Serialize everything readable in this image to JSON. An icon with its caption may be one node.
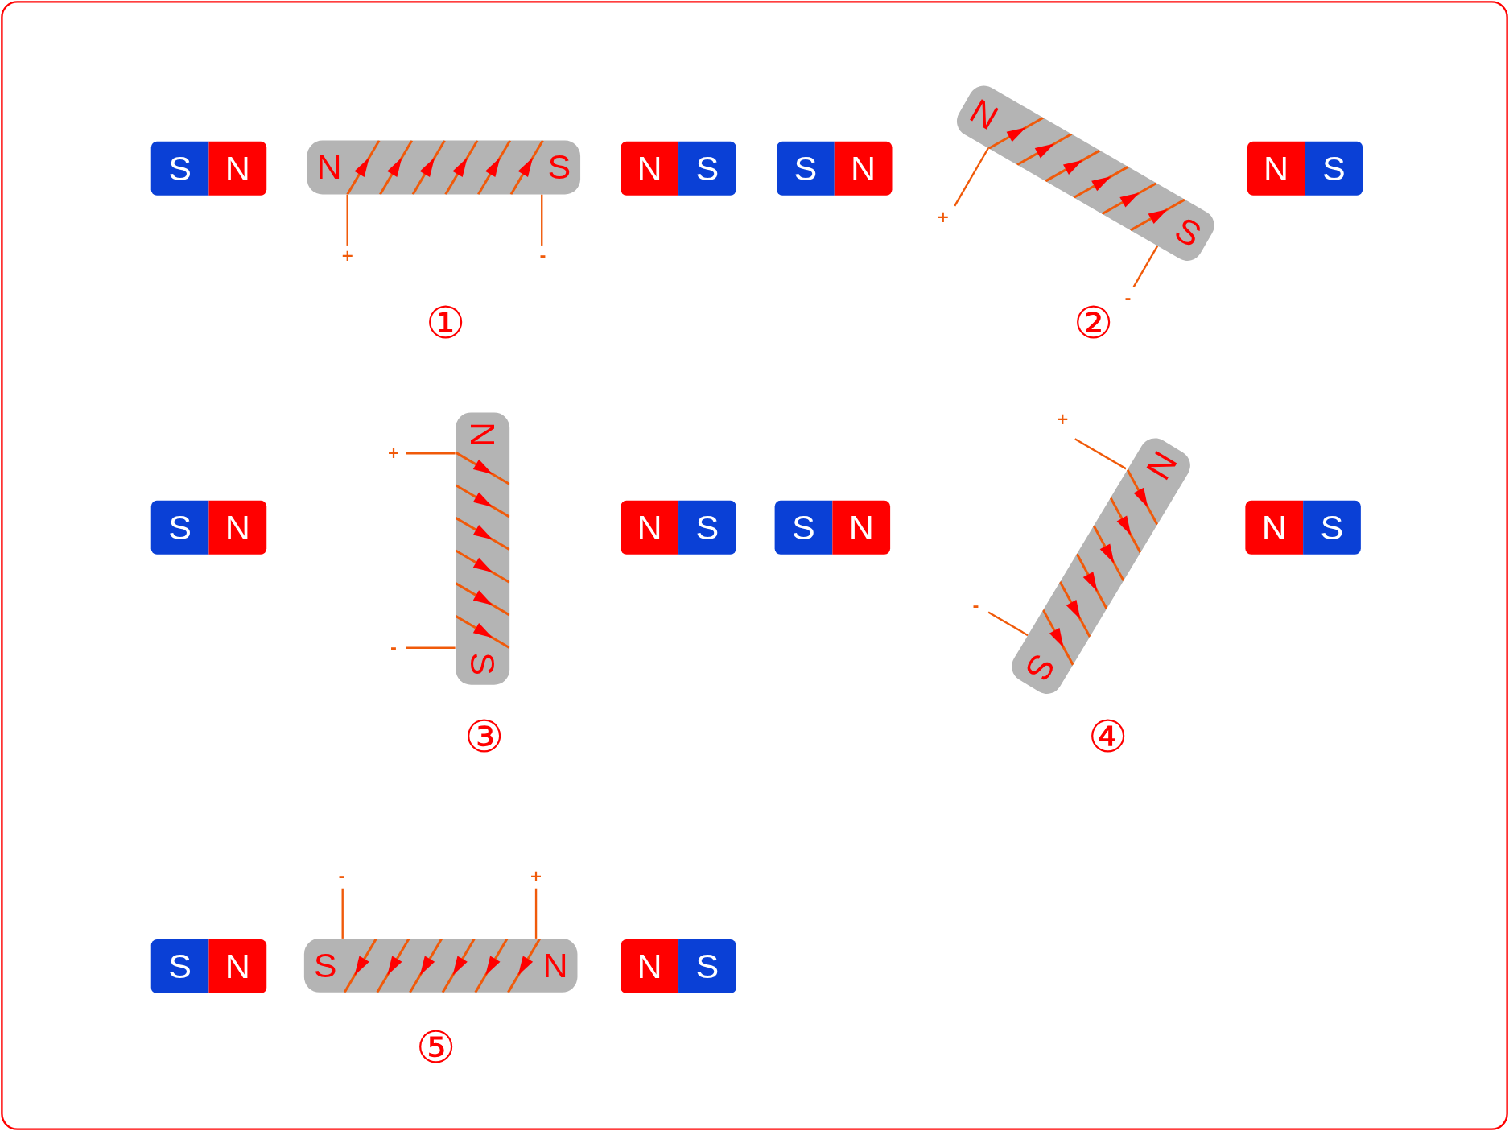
{
  "diagram": {
    "nodes": [
      {
        "text": [
          "S"
        ]
      },
      {
        "text": [
          "N"
        ]
      },
      {
        "text": [
          "N",
          "S"
        ],
        "beside": [
          "+",
          "-"
        ]
      },
      {
        "text": [
          "N"
        ]
      },
      {
        "text": [
          "S"
        ]
      },
      {
        "text": [
          "S"
        ]
      },
      {
        "text": [
          "N"
        ]
      },
      {
        "text": [
          "N",
          "S"
        ],
        "beside": [
          "+",
          "-"
        ]
      },
      {
        "text": [
          "N"
        ]
      },
      {
        "text": [
          "S"
        ]
      },
      {
        "text": [
          "S"
        ]
      },
      {
        "text": [
          "N"
        ]
      },
      {
        "text": [
          "N",
          "S"
        ],
        "beside": [
          "+",
          "-"
        ]
      },
      {
        "text": [
          "N"
        ]
      },
      {
        "text": [
          "S"
        ]
      },
      {
        "text": [
          "S"
        ]
      },
      {
        "text": [
          "N"
        ]
      },
      {
        "text": [
          "N",
          "S"
        ],
        "beside": [
          "+",
          "-"
        ]
      },
      {
        "text": [
          "N"
        ]
      },
      {
        "text": [
          "S"
        ]
      },
      {
        "text": [
          "S"
        ]
      },
      {
        "text": [
          "N"
        ]
      },
      {
        "text": [
          "S",
          "N"
        ],
        "beside": [
          "-",
          "+"
        ]
      },
      {
        "text": [
          "N"
        ]
      },
      {
        "text": [
          "S"
        ]
      }
    ],
    "labels": [
      "①",
      "②",
      "③",
      "④",
      "⑤"
    ]
  }
}
